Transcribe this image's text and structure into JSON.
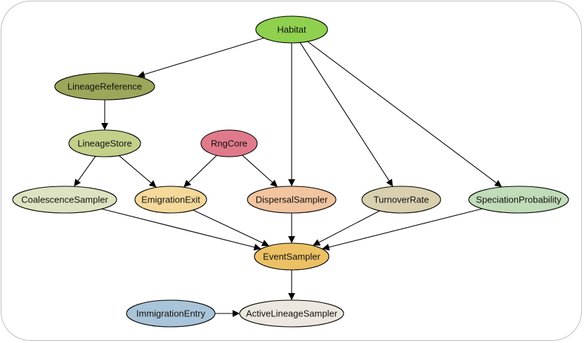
{
  "diagram": {
    "nodes": [
      {
        "id": "habitat",
        "label": "Habitat",
        "color": "#8fd14f"
      },
      {
        "id": "lineage_reference",
        "label": "LineageReference",
        "color": "#9ea65a"
      },
      {
        "id": "lineage_store",
        "label": "LineageStore",
        "color": "#c3d08a"
      },
      {
        "id": "rng_core",
        "label": "RngCore",
        "color": "#e07a8a"
      },
      {
        "id": "coalescence_sampler",
        "label": "CoalescenceSampler",
        "color": "#dde3c0"
      },
      {
        "id": "emigration_exit",
        "label": "EmigrationExit",
        "color": "#f5d99a"
      },
      {
        "id": "dispersal_sampler",
        "label": "DispersalSampler",
        "color": "#f2c4a0"
      },
      {
        "id": "turnover_rate",
        "label": "TurnoverRate",
        "color": "#d9d0b0"
      },
      {
        "id": "speciation_probability",
        "label": "SpeciationProbability",
        "color": "#c0dcb8"
      },
      {
        "id": "event_sampler",
        "label": "EventSampler",
        "color": "#ecc165"
      },
      {
        "id": "immigration_entry",
        "label": "ImmigrationEntry",
        "color": "#a9c4d8"
      },
      {
        "id": "active_lineage_sampler",
        "label": "ActiveLineageSampler",
        "color": "#ede8df"
      }
    ],
    "edges": [
      {
        "from": "habitat",
        "to": "lineage_reference"
      },
      {
        "from": "habitat",
        "to": "dispersal_sampler"
      },
      {
        "from": "habitat",
        "to": "turnover_rate"
      },
      {
        "from": "habitat",
        "to": "speciation_probability"
      },
      {
        "from": "lineage_reference",
        "to": "lineage_store"
      },
      {
        "from": "lineage_store",
        "to": "coalescence_sampler"
      },
      {
        "from": "lineage_store",
        "to": "emigration_exit"
      },
      {
        "from": "rng_core",
        "to": "emigration_exit"
      },
      {
        "from": "rng_core",
        "to": "dispersal_sampler"
      },
      {
        "from": "coalescence_sampler",
        "to": "event_sampler"
      },
      {
        "from": "emigration_exit",
        "to": "event_sampler"
      },
      {
        "from": "dispersal_sampler",
        "to": "event_sampler"
      },
      {
        "from": "turnover_rate",
        "to": "event_sampler"
      },
      {
        "from": "speciation_probability",
        "to": "event_sampler"
      },
      {
        "from": "event_sampler",
        "to": "active_lineage_sampler"
      },
      {
        "from": "immigration_entry",
        "to": "active_lineage_sampler"
      }
    ]
  }
}
